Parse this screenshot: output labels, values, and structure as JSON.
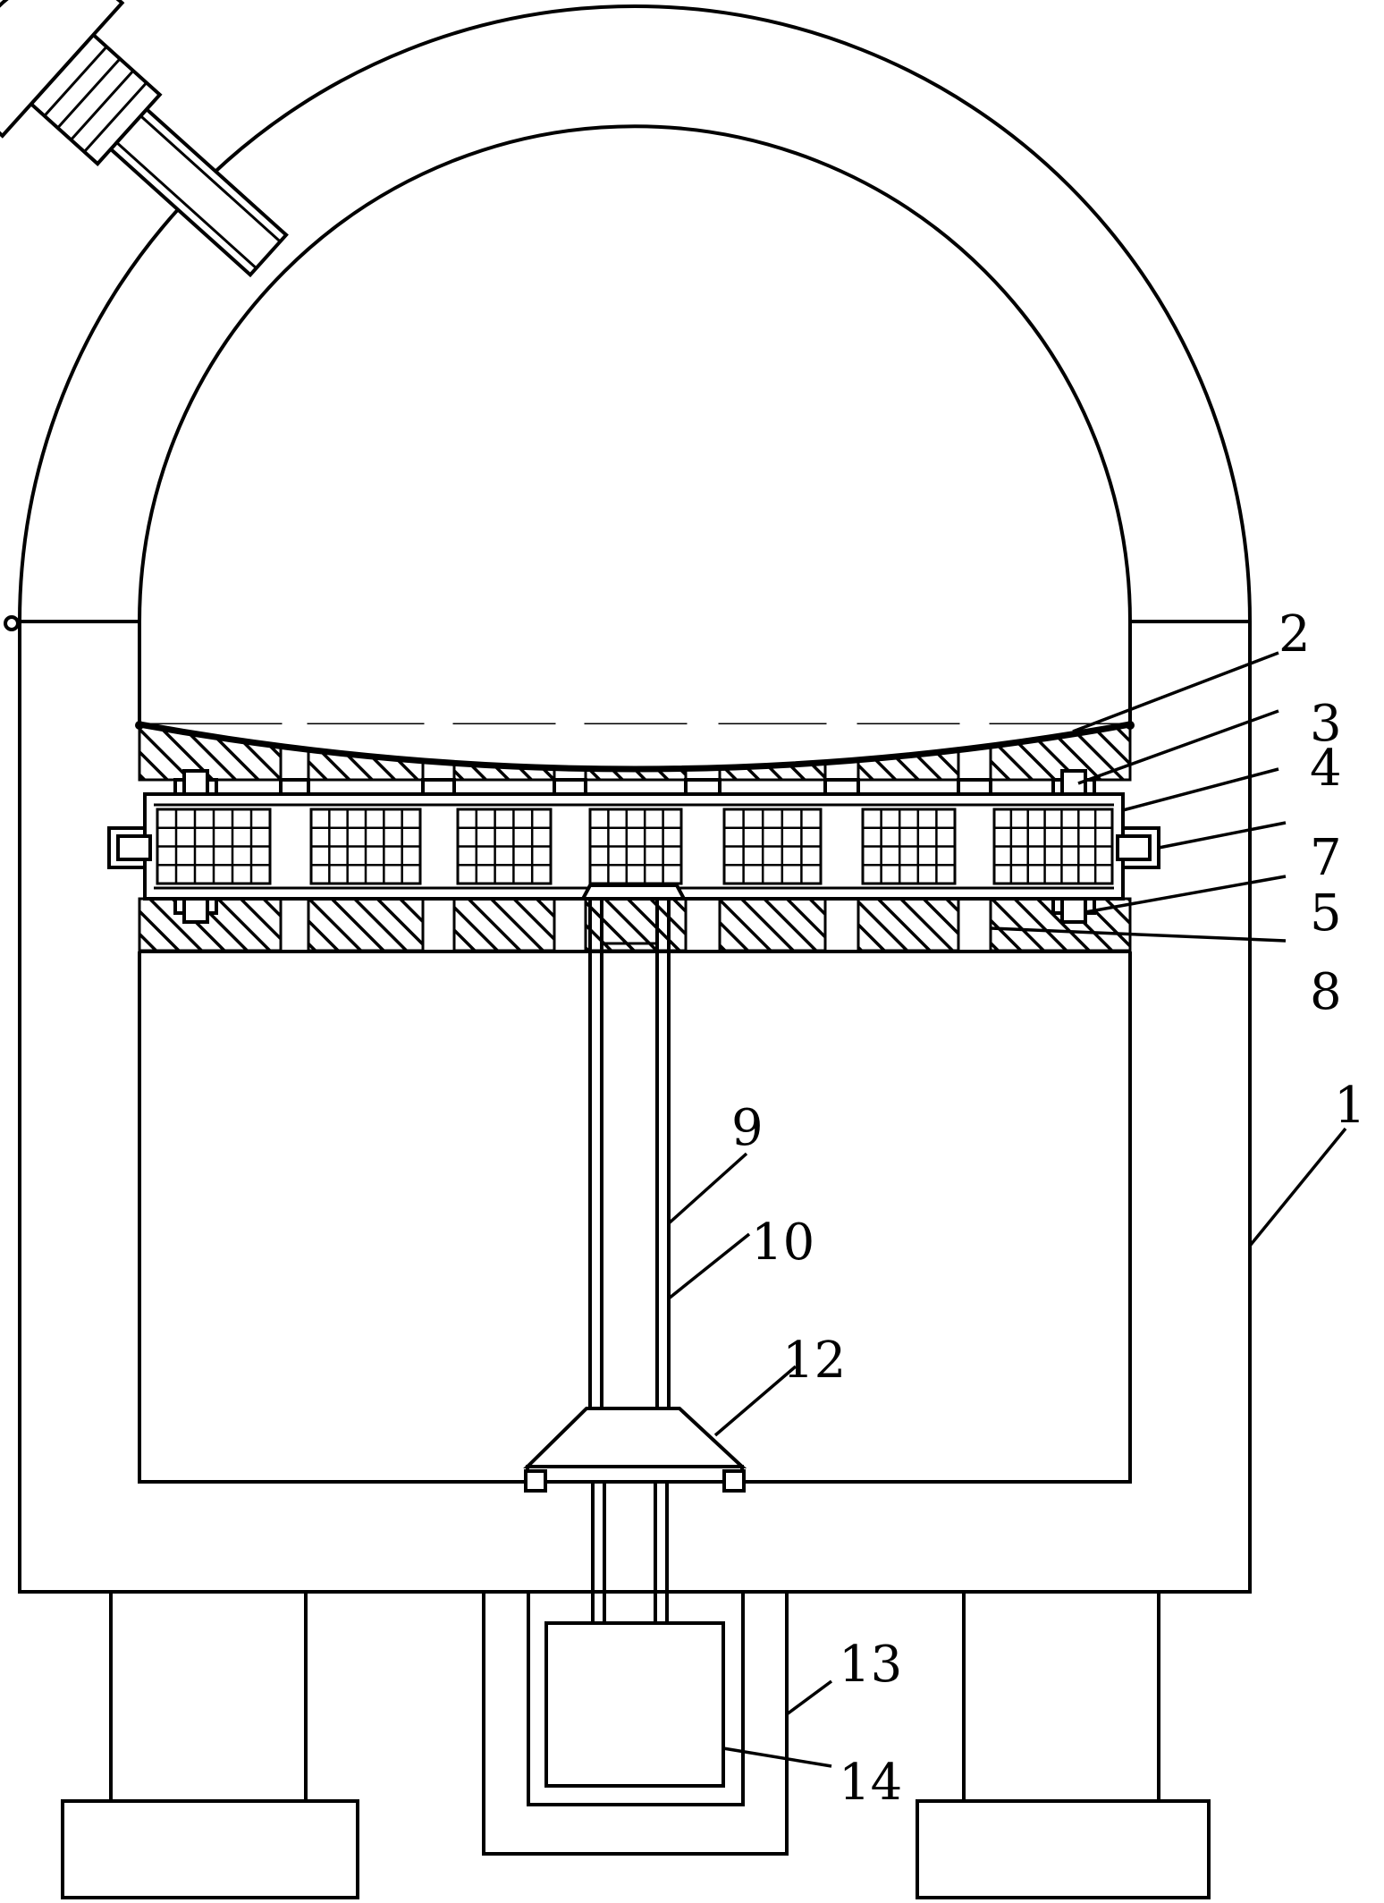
{
  "labels": {
    "l1": "1",
    "l2": "2",
    "l3": "3",
    "l4": "4",
    "l5": "5",
    "l7": "7",
    "l8": "8",
    "l9": "9",
    "l10": "10",
    "l12": "12",
    "l13": "13",
    "l14": "14"
  },
  "colors": {
    "line": "#000000",
    "background": "#ffffff"
  }
}
